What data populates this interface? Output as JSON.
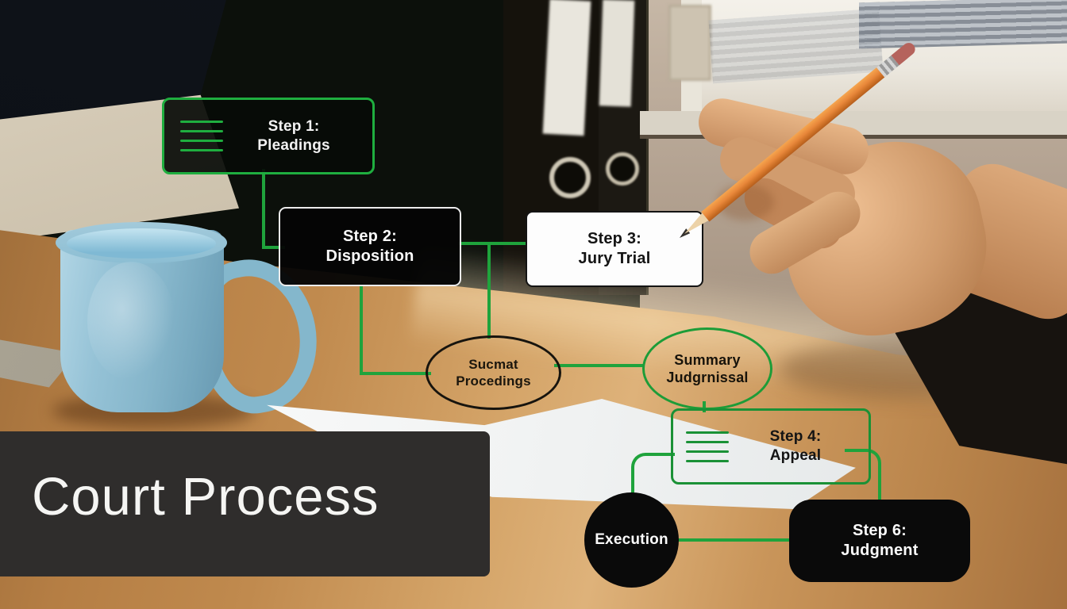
{
  "title": "Court Process",
  "colors": {
    "accent_green": "#1fa33c",
    "node_black": "#0a0a0a",
    "node_white": "#fdfdfd",
    "title_panel_dark": "#2f2d2c",
    "title_text": "#f5f5f3",
    "desk_wood": "#c08a4e",
    "mug_blue": "#8fbdd2",
    "pencil_orange": "#e8873a"
  },
  "flowchart": {
    "step1": {
      "line1": "Step 1:",
      "line2": "Pleadings",
      "icon": "list-lines-icon"
    },
    "step2": {
      "line1": "Step 2:",
      "line2": "Disposition"
    },
    "step3": {
      "line1": "Step 3:",
      "line2": "Jury Trial"
    },
    "oval_sucmat": {
      "line1": "Sucmat",
      "line2": "Procedings"
    },
    "oval_summary": {
      "line1": "Summary",
      "line2": "Judgrnissal"
    },
    "step4": {
      "line1": "Step 4:",
      "line2": "Appeal",
      "icon": "list-lines-icon"
    },
    "execution": {
      "label": "Execution"
    },
    "step6": {
      "line1": "Step 6:",
      "line2": "Judgment"
    }
  }
}
